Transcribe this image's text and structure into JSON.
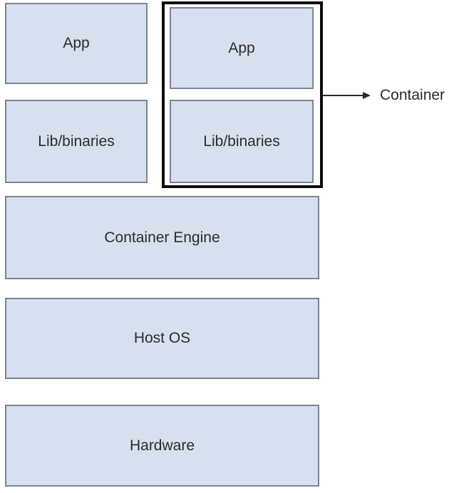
{
  "colors": {
    "box_fill": "#d6e0ee",
    "box_border": "#7a8594",
    "container_border": "#0d0d0d",
    "text": "#2b2b2b",
    "background": "#ffffff"
  },
  "diagram": {
    "left_stack": {
      "app": "App",
      "lib": "Lib/binaries"
    },
    "container": {
      "app": "App",
      "lib": "Lib/binaries",
      "callout_label": "Container"
    },
    "layers": {
      "engine": "Container Engine",
      "host_os": "Host OS",
      "hardware": "Hardware"
    }
  }
}
